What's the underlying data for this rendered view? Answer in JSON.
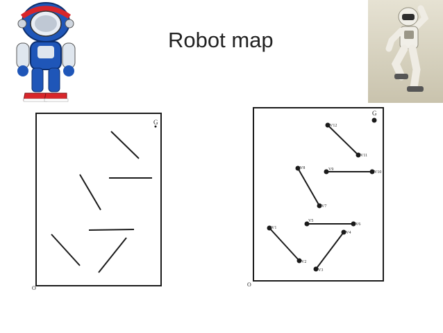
{
  "slide": {
    "title": "Robot map"
  },
  "map_left": {
    "goal_label": "G",
    "origin_label": "O"
  },
  "map_right": {
    "goal_label": "G",
    "origin_label": "O",
    "vertices": [
      "V1",
      "V2",
      "V3",
      "V4",
      "V5",
      "V6",
      "V7",
      "V8",
      "V9",
      "V10",
      "V11",
      "V12"
    ]
  },
  "colors": {
    "line": "#1a1a1a",
    "robot_blue": "#1f56b8",
    "robot_red": "#d8262b"
  },
  "icons": {
    "left_image": "cartoon-robot-icon",
    "right_image": "humanoid-robot-photo"
  }
}
